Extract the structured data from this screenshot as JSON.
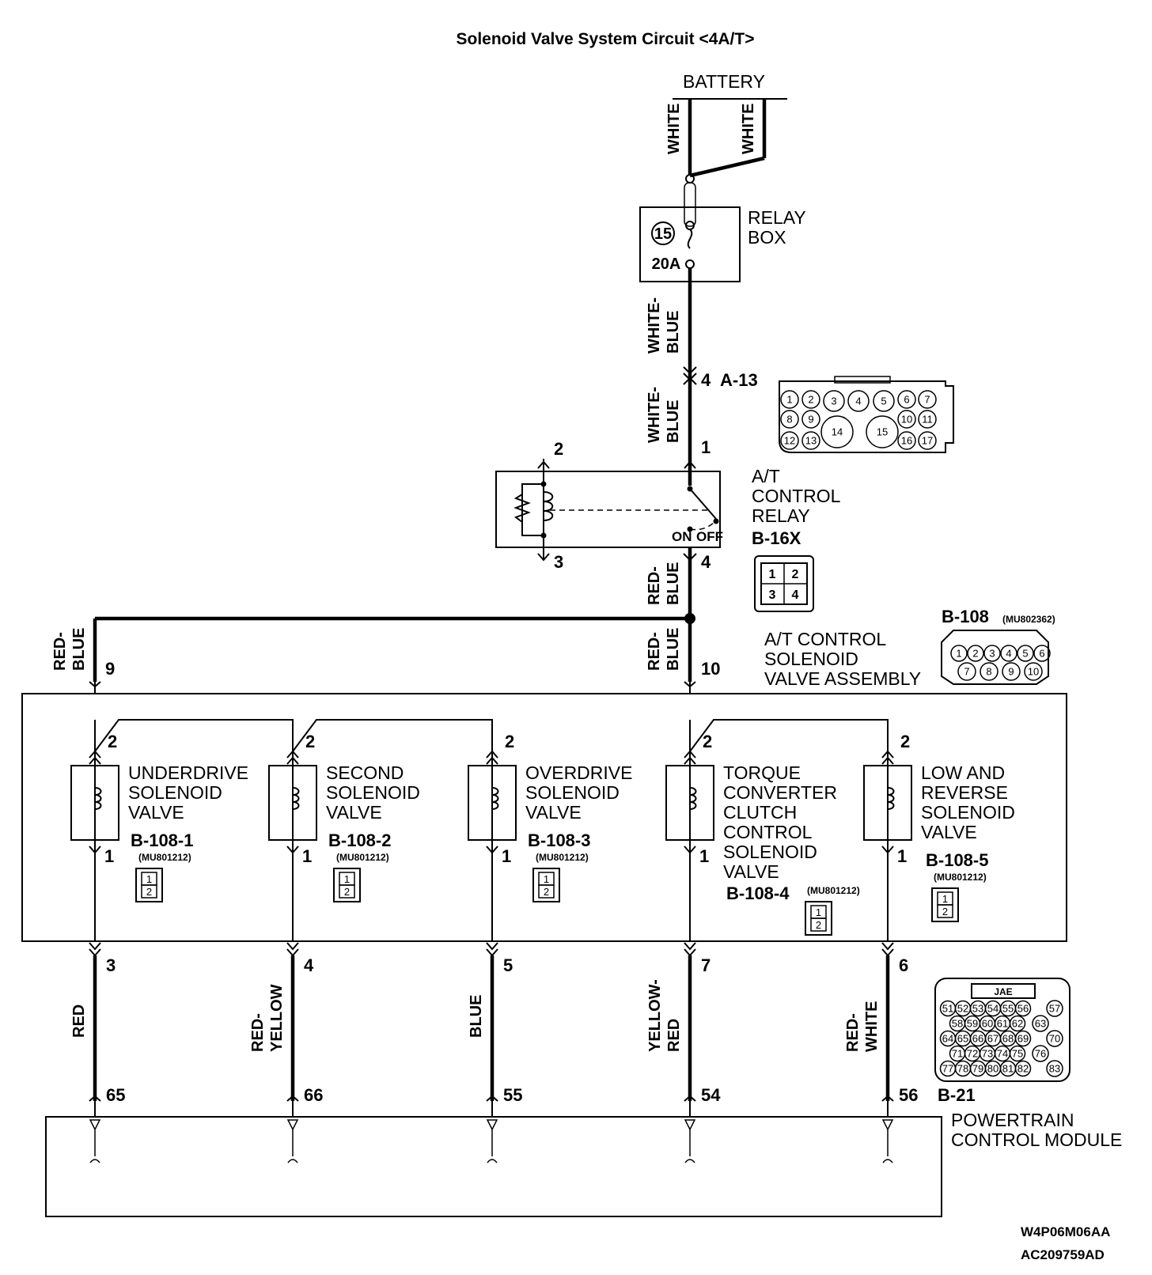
{
  "title": "Solenoid Valve System Circuit <4A/T>",
  "battery": "BATTERY",
  "wires": {
    "bat_a": "WHITE",
    "bat_b": "WHITE",
    "relaybox_out_1": "WHITE-",
    "relaybox_out_2": "BLUE",
    "a13_out_1": "WHITE-",
    "a13_out_2": "BLUE",
    "relay_out_1": "RED-",
    "relay_out_2": "BLUE",
    "left_1": "RED-",
    "left_2": "BLUE",
    "mid_1": "RED-",
    "mid_2": "BLUE",
    "ud": "RED",
    "second_1": "RED-",
    "second_2": "YELLOW",
    "od": "BLUE",
    "tcc_1": "YELLOW-",
    "tcc_2": "RED",
    "lr_1": "RED-",
    "lr_2": "WHITE"
  },
  "relay_box": {
    "label_1": "RELAY",
    "label_2": "BOX",
    "fuse_no": "15",
    "fuse_rating": "20A"
  },
  "connector_a13": {
    "id": "A-13",
    "pin_in": "4",
    "pin_out": "1",
    "pins": [
      "1",
      "2",
      "3",
      "4",
      "5",
      "6",
      "7",
      "8",
      "9",
      "10",
      "11",
      "12",
      "13",
      "14",
      "15",
      "16",
      "17"
    ]
  },
  "relay": {
    "label_1": "A/T",
    "label_2": "CONTROL",
    "label_3": "RELAY",
    "id": "B-16X",
    "pin_top_left": "2",
    "pin_bottom_left": "3",
    "pin_out": "4",
    "on": "ON",
    "off": "OFF",
    "pins": [
      "1",
      "2",
      "3",
      "4"
    ]
  },
  "assembly": {
    "id": "B-108",
    "part": "(MU802362)",
    "label_1": "A/T CONTROL",
    "label_2": "SOLENOID",
    "label_3": "VALVE ASSEMBLY",
    "pin_left": "9",
    "pin_mid": "10",
    "pins": [
      "1",
      "2",
      "3",
      "4",
      "5",
      "6",
      "7",
      "8",
      "9",
      "10"
    ]
  },
  "valves": [
    {
      "lines": [
        "UNDERDRIVE",
        "SOLENOID",
        "VALVE"
      ],
      "connector": "B-108-1",
      "part": "(MU801212)",
      "pin_top": "2",
      "pin_bottom": "1",
      "pin_out": "3",
      "pcm_pin": "65"
    },
    {
      "lines": [
        "SECOND",
        "SOLENOID",
        "VALVE"
      ],
      "connector": "B-108-2",
      "part": "(MU801212)",
      "pin_top": "2",
      "pin_bottom": "1",
      "pin_out": "4",
      "pcm_pin": "66"
    },
    {
      "lines": [
        "OVERDRIVE",
        "SOLENOID",
        "VALVE"
      ],
      "connector": "B-108-3",
      "part": "(MU801212)",
      "pin_top": "2",
      "pin_bottom": "1",
      "pin_out": "5",
      "pcm_pin": "55"
    },
    {
      "lines": [
        "TORQUE",
        "CONVERTER",
        "CLUTCH",
        "CONTROL",
        "SOLENOID",
        "VALVE"
      ],
      "connector": "B-108-4",
      "part": "(MU801212)",
      "pin_top": "2",
      "pin_bottom": "1",
      "pin_out": "7",
      "pcm_pin": "54"
    },
    {
      "lines": [
        "LOW AND",
        "REVERSE",
        "SOLENOID",
        "VALVE"
      ],
      "connector": "B-108-5",
      "part": "(MU801212)",
      "pin_top": "2",
      "pin_bottom": "1",
      "pin_out": "6",
      "pcm_pin": "56"
    }
  ],
  "valve_conn_pins": [
    "1",
    "2"
  ],
  "pcm": {
    "label_1": "POWERTRAIN",
    "label_2": "CONTROL MODULE",
    "connector": "B-21",
    "header": "JAE",
    "pins": [
      "51",
      "52",
      "53",
      "54",
      "55",
      "56",
      "57",
      "58",
      "59",
      "60",
      "61",
      "62",
      "63",
      "64",
      "65",
      "66",
      "67",
      "68",
      "69",
      "70",
      "71",
      "72",
      "73",
      "74",
      "75",
      "76",
      "77",
      "78",
      "79",
      "80",
      "81",
      "82",
      "83"
    ]
  },
  "codes": {
    "code_1": "W4P06M06AA",
    "code_2": "AC209759AD"
  }
}
